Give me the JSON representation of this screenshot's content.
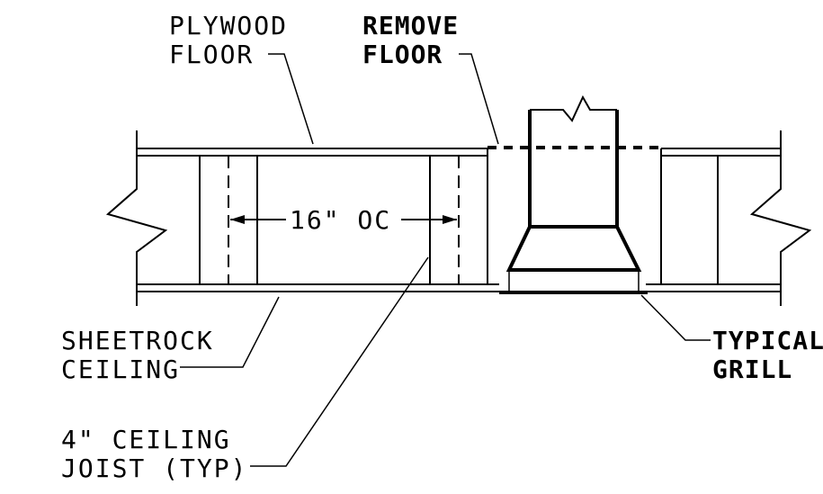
{
  "labels": {
    "plywood_floor_1": "PLYWOOD",
    "plywood_floor_2": "FLOOR",
    "remove_floor_1": "REMOVE",
    "remove_floor_2": "FLOOR",
    "spacing": "16\" OC",
    "sheetrock_1": "SHEETROCK",
    "sheetrock_2": "CEILING",
    "joist_1": "4\" CEILING",
    "joist_2": "JOIST (TYP)",
    "grill_1": "TYPICAL",
    "grill_2": "GRILL"
  }
}
